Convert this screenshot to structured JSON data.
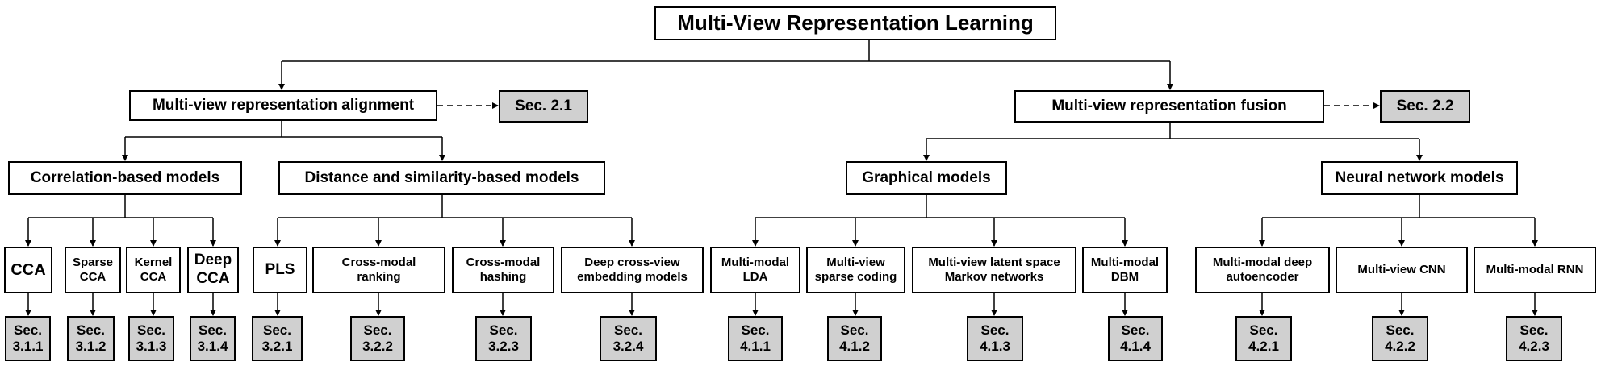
{
  "diagram": {
    "root": {
      "label": "Multi-View Representation Learning"
    },
    "alignment": {
      "label": "Multi-view representation alignment",
      "section": "Sec. 2.1",
      "groups": [
        {
          "label": "Correlation-based models",
          "methods": [
            {
              "label": "CCA",
              "section": "Sec.\n3.1.1"
            },
            {
              "label": "Sparse\nCCA",
              "section": "Sec.\n3.1.2"
            },
            {
              "label": "Kernel\nCCA",
              "section": "Sec.\n3.1.3"
            },
            {
              "label": "Deep\nCCA",
              "section": "Sec.\n3.1.4"
            }
          ]
        },
        {
          "label": "Distance and similarity-based models",
          "methods": [
            {
              "label": "PLS",
              "section": "Sec.\n3.2.1"
            },
            {
              "label": "Cross-modal\nranking",
              "section": "Sec.\n3.2.2"
            },
            {
              "label": "Cross-modal\nhashing",
              "section": "Sec.\n3.2.3"
            },
            {
              "label": "Deep cross-view\nembedding models",
              "section": "Sec.\n3.2.4"
            }
          ]
        }
      ]
    },
    "fusion": {
      "label": "Multi-view representation fusion",
      "section": "Sec. 2.2",
      "groups": [
        {
          "label": "Graphical models",
          "methods": [
            {
              "label": "Multi-modal\nLDA",
              "section": "Sec.\n4.1.1"
            },
            {
              "label": "Multi-view\nsparse coding",
              "section": "Sec.\n4.1.2"
            },
            {
              "label": "Multi-view latent space\nMarkov networks",
              "section": "Sec.\n4.1.3"
            },
            {
              "label": "Multi-modal\nDBM",
              "section": "Sec.\n4.1.4"
            }
          ]
        },
        {
          "label": "Neural network models",
          "methods": [
            {
              "label": "Multi-modal deep\nautoencoder",
              "section": "Sec.\n4.2.1"
            },
            {
              "label": "Multi-view CNN",
              "section": "Sec.\n4.2.2"
            },
            {
              "label": "Multi-modal RNN",
              "section": "Sec.\n4.2.3"
            }
          ]
        }
      ]
    }
  }
}
